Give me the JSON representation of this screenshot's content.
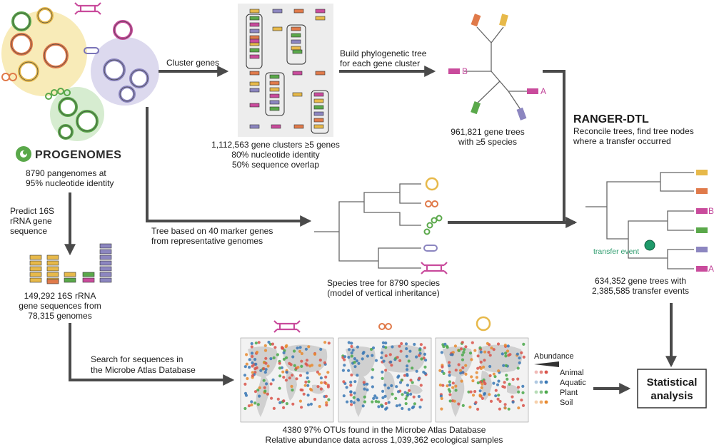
{
  "colors": {
    "gene_yellow": "#e7b94a",
    "gene_orange": "#e07a4a",
    "gene_green": "#5aa84a",
    "gene_pink": "#c94b9c",
    "gene_purple": "#8c86c0",
    "transfer_node": "#1f9a6a",
    "arrow": "#4a4a4a",
    "map_land": "#d0d0d0"
  },
  "progenomes": {
    "logo_prefix": "PRO",
    "logo_suffix": "GENOMES",
    "desc_line1": "8790 pangenomes at",
    "desc_line2": "95% nucleotide identity"
  },
  "cluster_step": {
    "arrow_label": "Cluster genes",
    "summary_line1": "1,112,563 gene clusters ≥5 genes",
    "summary_line2": "80% nucleotide identity",
    "summary_line3": "50% sequence overlap"
  },
  "gene_tree_step": {
    "arrow_label_line1": "Build phylogenetic tree",
    "arrow_label_line2": "for each gene cluster",
    "leaf_b": "B",
    "leaf_a": "A",
    "summary_line1": "961,821 gene trees",
    "summary_line2": "with ≥5 species"
  },
  "ranger": {
    "title": "RANGER-DTL",
    "desc_line1": "Reconcile trees, find tree nodes",
    "desc_line2": "where a transfer occurred",
    "transfer_label": "transfer event",
    "leaf_b": "B",
    "leaf_a": "A",
    "summary_line1": "634,352 gene trees with",
    "summary_line2": "2,385,585 transfer events"
  },
  "species_tree": {
    "arrow_label_line1": "Tree based on 40 marker genes",
    "arrow_label_line2": "from representative genomes",
    "summary_line1": "Species tree for 8790 species",
    "summary_line2": "(model of vertical inheritance)"
  },
  "rrna": {
    "arrow_label_line1": "Predict 16S",
    "arrow_label_line2": "rRNA gene",
    "arrow_label_line3": "sequence",
    "summary_line1": "149,292 16S rRNA",
    "summary_line2": "gene sequences from",
    "summary_line3": "78,315 genomes"
  },
  "atlas": {
    "arrow_label_line1": "Search for sequences in",
    "arrow_label_line2": "the Microbe Atlas Database",
    "summary_line1": "4380 97% OTUs found in the Microbe Atlas Database",
    "summary_line2": "Relative abundance data across 1,039,362 ecological samples"
  },
  "legend": {
    "title": "Abundance",
    "items": [
      {
        "label": "Animal",
        "color": "#d9534a"
      },
      {
        "label": "Aquatic",
        "color": "#3a78b5"
      },
      {
        "label": "Plant",
        "color": "#4aa84a"
      },
      {
        "label": "Soil",
        "color": "#e8892f"
      }
    ]
  },
  "stat_box": {
    "line1": "Statistical",
    "line2": "analysis"
  }
}
